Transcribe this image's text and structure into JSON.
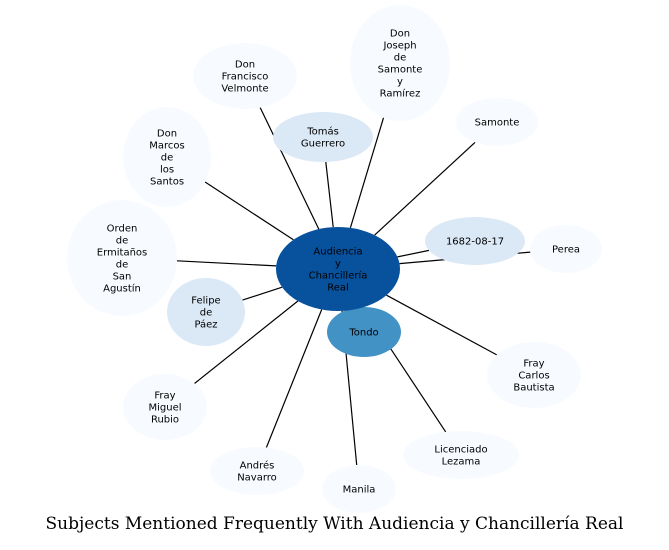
{
  "caption": "Subjects Mentioned Frequently With Audiencia y Chancillería Real",
  "colors": {
    "center": "#08519c",
    "tondo": "#4292c6",
    "light": "#dbe9f6",
    "faint": "#f7fbff",
    "edge": "#000000"
  },
  "center": {
    "id": "audiencia",
    "lines": [
      "Audiencia",
      "y",
      "Chancillería",
      "Real"
    ],
    "shade": "center"
  },
  "nodes": [
    {
      "id": "don-francisco-velmonte",
      "lines": [
        "Don",
        "Francisco",
        "Velmonte"
      ],
      "shade": "faint"
    },
    {
      "id": "tomas-guerrero",
      "lines": [
        "Tomás",
        "Guerrero"
      ],
      "shade": "light"
    },
    {
      "id": "don-joseph-de-samonte-y-ramirez",
      "lines": [
        "Don",
        "Joseph",
        "de",
        "Samonte",
        "y",
        "Ramírez"
      ],
      "shade": "faint"
    },
    {
      "id": "samonte",
      "lines": [
        "Samonte"
      ],
      "shade": "faint"
    },
    {
      "id": "date-1682-08-17",
      "lines": [
        "1682-08-17"
      ],
      "shade": "light"
    },
    {
      "id": "perea",
      "lines": [
        "Perea"
      ],
      "shade": "faint"
    },
    {
      "id": "fray-carlos-bautista",
      "lines": [
        "Fray",
        "Carlos",
        "Bautista"
      ],
      "shade": "faint"
    },
    {
      "id": "licenciado-lezama",
      "lines": [
        "Licenciado",
        "Lezama"
      ],
      "shade": "faint"
    },
    {
      "id": "tondo",
      "lines": [
        "Tondo"
      ],
      "shade": "tondo"
    },
    {
      "id": "manila",
      "lines": [
        "Manila"
      ],
      "shade": "faint"
    },
    {
      "id": "andres-navarro",
      "lines": [
        "Andrés",
        "Navarro"
      ],
      "shade": "faint"
    },
    {
      "id": "fray-miguel-rubio",
      "lines": [
        "Fray",
        "Miguel",
        "Rubio"
      ],
      "shade": "faint"
    },
    {
      "id": "felipe-de-paez",
      "lines": [
        "Felipe",
        "de",
        "Páez"
      ],
      "shade": "light"
    },
    {
      "id": "orden-de-ermitanos",
      "lines": [
        "Orden",
        "de",
        "Ermitaños",
        "de",
        "San",
        "Agustín"
      ],
      "shade": "faint"
    },
    {
      "id": "don-marcos-de-los-santos",
      "lines": [
        "Don",
        "Marcos",
        "de",
        "los",
        "Santos"
      ],
      "shade": "faint"
    }
  ],
  "edges": [
    [
      "audiencia",
      "don-francisco-velmonte"
    ],
    [
      "audiencia",
      "tomas-guerrero"
    ],
    [
      "audiencia",
      "don-joseph-de-samonte-y-ramirez"
    ],
    [
      "audiencia",
      "samonte"
    ],
    [
      "audiencia",
      "date-1682-08-17"
    ],
    [
      "audiencia",
      "perea"
    ],
    [
      "audiencia",
      "fray-carlos-bautista"
    ],
    [
      "audiencia",
      "licenciado-lezama"
    ],
    [
      "audiencia",
      "tondo"
    ],
    [
      "audiencia",
      "manila"
    ],
    [
      "audiencia",
      "andres-navarro"
    ],
    [
      "audiencia",
      "fray-miguel-rubio"
    ],
    [
      "audiencia",
      "felipe-de-paez"
    ],
    [
      "audiencia",
      "orden-de-ermitanos"
    ],
    [
      "audiencia",
      "don-marcos-de-los-santos"
    ]
  ]
}
